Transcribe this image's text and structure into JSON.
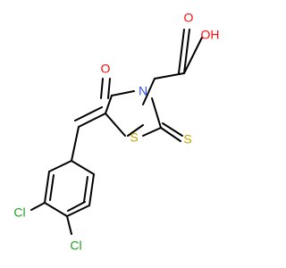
{
  "molecule": {
    "atoms": [
      {
        "id": "O_acid_carbonyl",
        "label": "O",
        "color": "#ff0d0d"
      },
      {
        "id": "O_acid_hydroxyl",
        "label": "OH",
        "color": "#ff0d0d"
      },
      {
        "id": "N_ring",
        "label": "N",
        "color": "#3050f8"
      },
      {
        "id": "O_ring_carbonyl",
        "label": "O",
        "color": "#ff0d0d"
      },
      {
        "id": "S_ring",
        "label": "S",
        "color": "#c8a000"
      },
      {
        "id": "S_thione",
        "label": "S",
        "color": "#c8a000"
      },
      {
        "id": "Cl_3",
        "label": "Cl",
        "color": "#1fa01f"
      },
      {
        "id": "Cl_4",
        "label": "Cl",
        "color": "#1fa01f"
      }
    ]
  }
}
